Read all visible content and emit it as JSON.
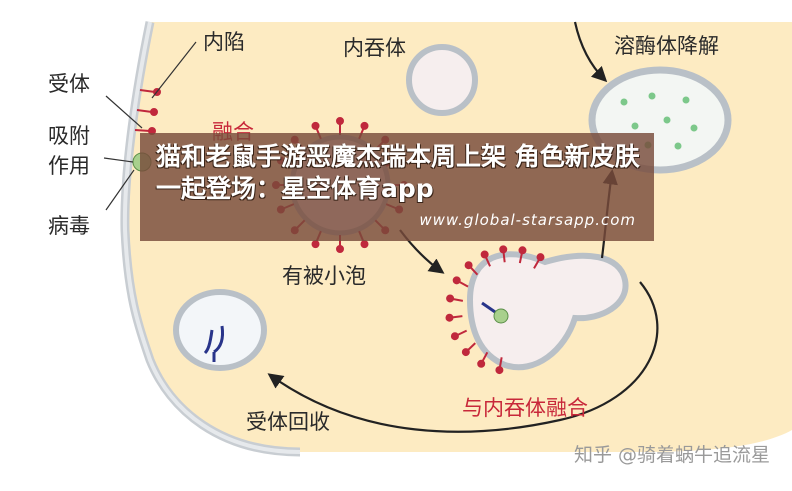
{
  "labels": {
    "invagination": "内陷",
    "phagosome": "内吞体",
    "lysosome": "溶酶体降解",
    "receptor": "受体",
    "adsorption_1": "吸附",
    "adsorption_2": "作用",
    "virus": "病毒",
    "fusion": "融合",
    "coated_vesicle": "有被小泡",
    "fuse_endosome": "与内吞体融合",
    "receptor_recycle": "受体回收"
  },
  "overlay": {
    "title": "猫和老鼠手游恶魔杰瑞本周上架 角色新皮肤一起登场：星空体育app",
    "url": "www.global-starsapp.com"
  },
  "watermark": "知乎 @骑着蜗牛追流星",
  "colors": {
    "cell_fill": "#fdebc2",
    "membrane": "#c8cdd2",
    "spike": "#c0283c",
    "vesicle_fill": "#fbf2f2",
    "virus_green": "#a8d08d",
    "dots": "#7cc88a",
    "receptor_blue": "#28348a"
  }
}
